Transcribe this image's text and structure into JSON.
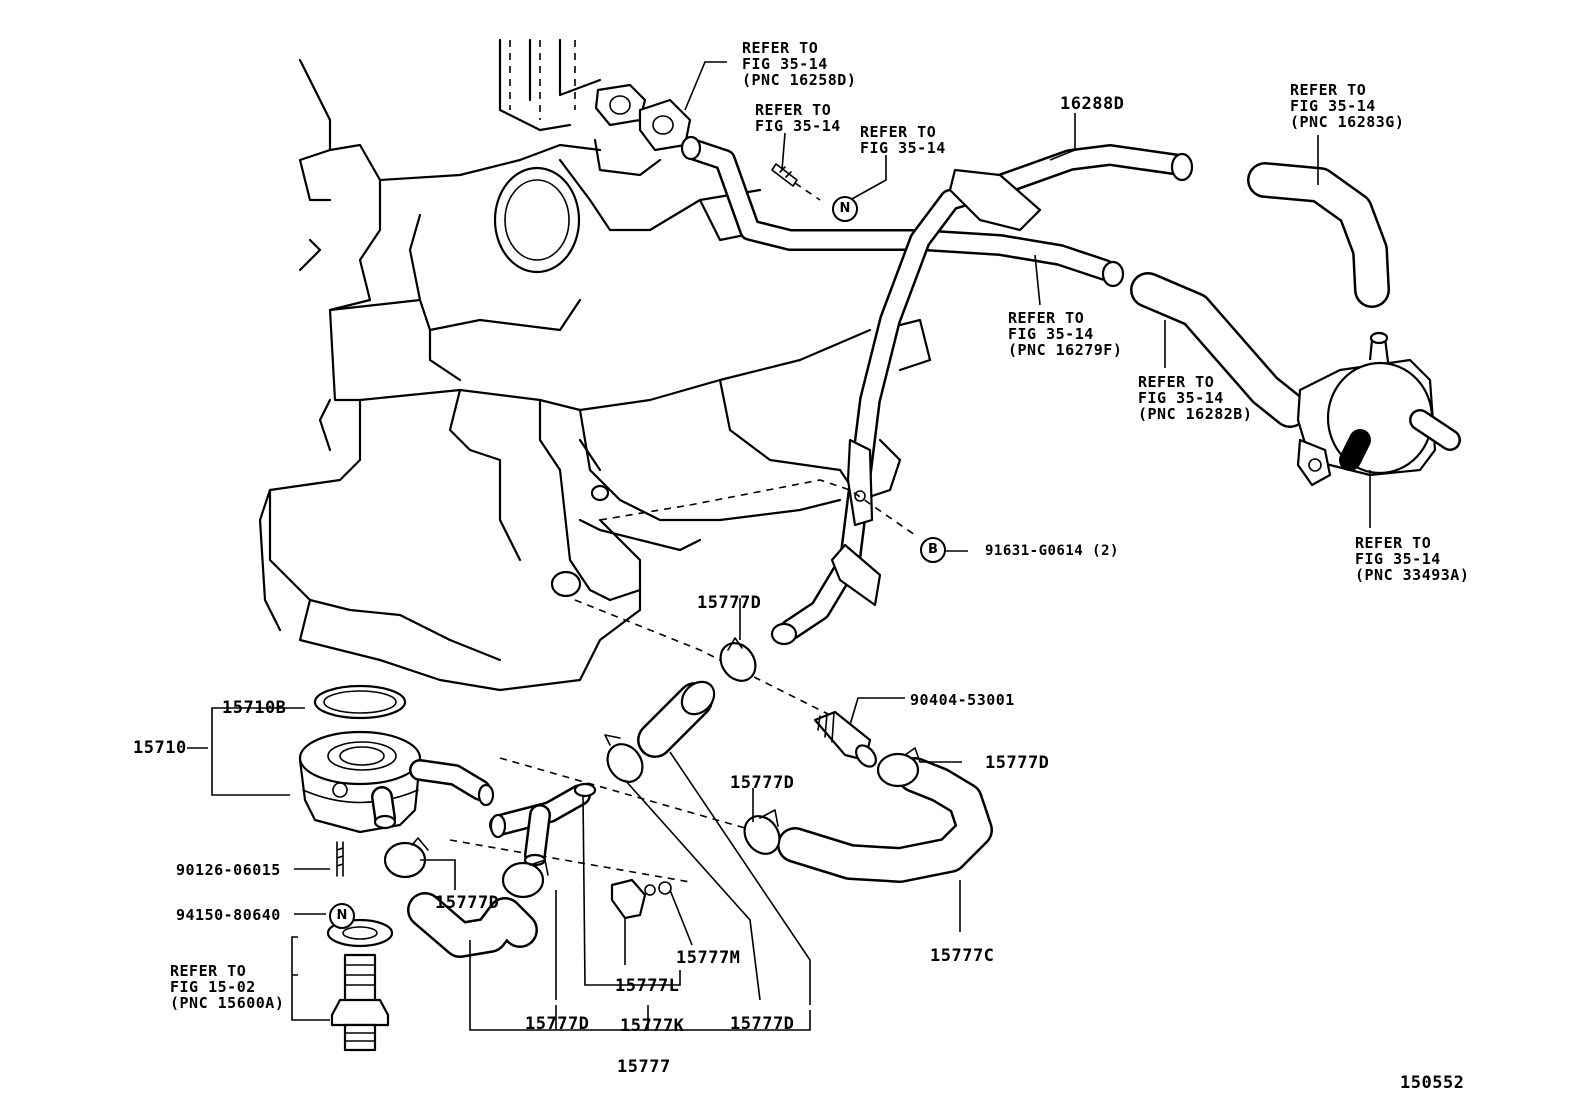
{
  "refer_notes": {
    "fig35_14_16258D": {
      "l1": "REFER TO",
      "l2": "FIG 35-14",
      "l3": "(PNC 16258D)"
    },
    "fig35_14_a": {
      "l1": "REFER TO",
      "l2": "FIG 35-14"
    },
    "fig35_14_b": {
      "l1": "REFER TO",
      "l2": "FIG 35-14"
    },
    "fig35_14_16283G": {
      "l1": "REFER TO",
      "l2": "FIG 35-14",
      "l3": "(PNC 16283G)"
    },
    "fig35_14_16279F": {
      "l1": "REFER TO",
      "l2": "FIG 35-14",
      "l3": "(PNC 16279F)"
    },
    "fig35_14_16282B": {
      "l1": "REFER TO",
      "l2": "FIG 35-14",
      "l3": "(PNC 16282B)"
    },
    "fig35_14_33493A": {
      "l1": "REFER TO",
      "l2": "FIG 35-14",
      "l3": "(PNC 33493A)"
    },
    "fig15_02_15600A": {
      "l1": "REFER TO",
      "l2": "FIG 15-02",
      "l3": "(PNC 15600A)"
    }
  },
  "part_labels": {
    "p16288D": "16288D",
    "p91631": "91631-G0614 (2)",
    "p15777D_top": "15777D",
    "p90404": "90404-53001",
    "p15777D_right": "15777D",
    "p15710B": "15710B",
    "p15710": "15710",
    "p15777D_mid": "15777D",
    "p90126": "90126-06015",
    "p15777D_left": "15777D",
    "p94150": "94150-80640",
    "p15777M": "15777M",
    "p15777L": "15777L",
    "p15777C": "15777C",
    "p15777D_b1": "15777D",
    "p15777K": "15777K",
    "p15777D_b2": "15777D",
    "p15777": "15777"
  },
  "symbols": {
    "n_top": "N",
    "b_bolt": "B",
    "n_bottom": "N"
  },
  "illustration_number": "150552"
}
